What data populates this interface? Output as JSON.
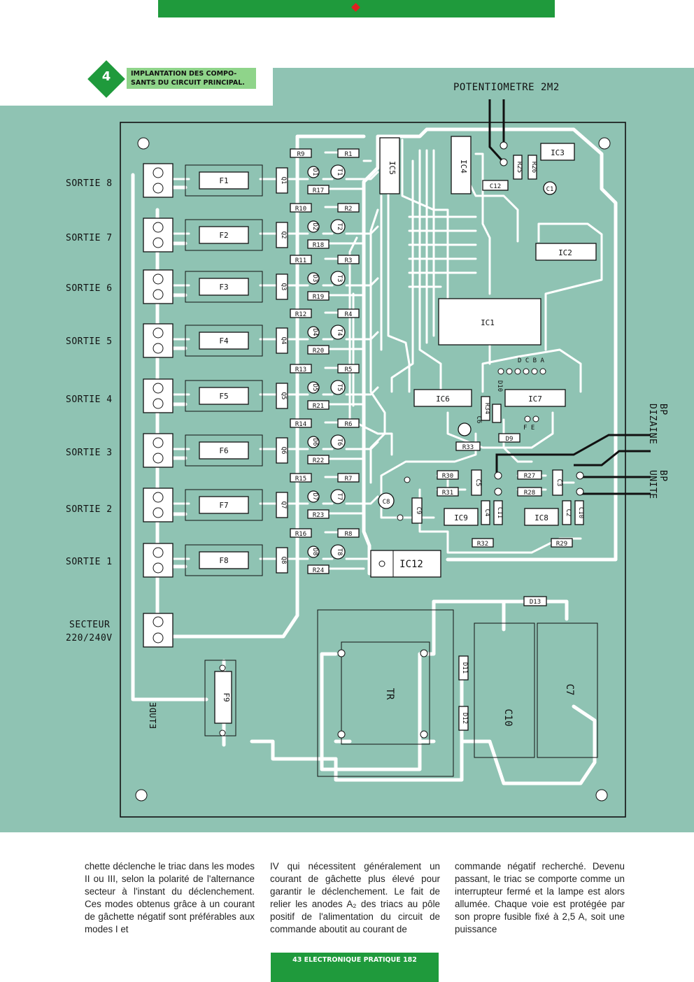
{
  "figure": {
    "number": "4",
    "caption_line1": "IMPLANTATION DES COMPO-",
    "caption_line2": "SANTS DU CIRCUIT PRINCIPAL."
  },
  "labels": {
    "potentiometer": "POTENTIOMETRE 2M2",
    "outputs": [
      "SORTIE 8",
      "SORTIE 7",
      "SORTIE 6",
      "SORTIE 5",
      "SORTIE 4",
      "SORTIE 3",
      "SORTIE 2",
      "SORTIE 1"
    ],
    "mains_line1": "SECTEUR",
    "mains_line2": "220/240V",
    "bp_dizaine": "BP DIZAINE",
    "bp_unite": "BP UNITE",
    "signature": "ETUDE"
  },
  "components": {
    "fuses": [
      "F1",
      "F2",
      "F3",
      "F4",
      "F5",
      "F6",
      "F7",
      "F8"
    ],
    "opto": [
      "Q1",
      "Q2",
      "Q3",
      "Q4",
      "Q5",
      "Q6",
      "Q7",
      "Q8"
    ],
    "leds": [
      "D1",
      "D2",
      "D3",
      "D4",
      "D5",
      "D6",
      "D7",
      "D8"
    ],
    "triacs": [
      "T1",
      "T2",
      "T3",
      "T4",
      "T5",
      "T6",
      "T7",
      "T8"
    ],
    "r_left": [
      "R9",
      "R10",
      "R11",
      "R12",
      "R13",
      "R14",
      "R15",
      "R16"
    ],
    "r_right": [
      "R1",
      "R2",
      "R3",
      "R4",
      "R5",
      "R6",
      "R7",
      "R8"
    ],
    "r_bottom": [
      "R17",
      "R18",
      "R19",
      "R20",
      "R21",
      "R22",
      "R23",
      "R24"
    ],
    "ic": {
      "ic1": "IC1",
      "ic2": "IC2",
      "ic3": "IC3",
      "ic4": "IC4",
      "ic5": "IC5",
      "ic6": "IC6",
      "ic7": "IC7",
      "ic8": "IC8",
      "ic9": "IC9",
      "ic12": "IC12"
    },
    "misc": {
      "c12": "C12",
      "r25": "R25",
      "r26": "R26",
      "c1": "C1",
      "r34": "R34",
      "c6": "C6",
      "d10": "D10",
      "d9": "D9",
      "r33": "R33",
      "r30": "R30",
      "r31": "R31",
      "c5": "C5",
      "r27": "R27",
      "r28": "R28",
      "c3": "C3",
      "c4": "C4",
      "c11": "C11",
      "c2": "C2",
      "c10s": "C10",
      "r32": "R32",
      "r29": "R29",
      "c8": "C8",
      "c9": "C9",
      "d13": "D13",
      "d11": "D11",
      "d12": "D12",
      "tr": "TR",
      "c10": "C10",
      "c7": "C7",
      "f9": "F9",
      "dcba": "D C B A",
      "fe": "F E"
    }
  },
  "text": {
    "col1": "chette déclenche le triac dans les modes II ou III, selon la polarité de l'alternance secteur à l'instant du déclenchement. Ces modes obtenus grâce à un courant de gâchette négatif sont préférables aux modes I et",
    "col2": "IV qui nécessitent généralement un courant de gâchette plus élevé pour garantir le déclenchement. Le fait de relier les anodes A₂ des triacs au pôle positif de l'alimentation du circuit de commande aboutit au courant de",
    "col3": "commande négatif recherché. Devenu passant, le triac se comporte comme un interrupteur fermé et la lampe est alors allumée. Chaque voie est protégée par son propre fusible fixé à 2,5 A, soit une puissance"
  },
  "footer": "43 ELECTRONIQUE PRATIQUE 182",
  "colors": {
    "accent": "#1f9a3c",
    "board": "#8fc3b3",
    "track": "#ffffff"
  }
}
